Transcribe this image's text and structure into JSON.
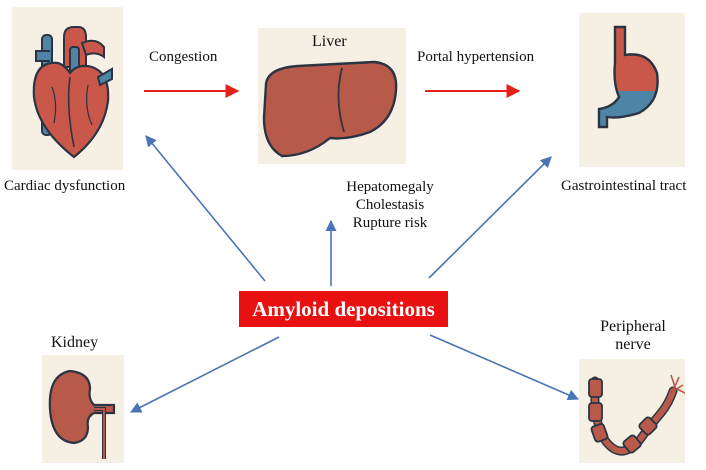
{
  "labels": {
    "congestion": "Congestion",
    "liver": "Liver",
    "portal_hypertension": "Portal hypertension",
    "cardiac_dysfunction": "Cardiac dysfunction",
    "gastrointestinal_tract": "Gastrointestinal tract",
    "liver_effects": [
      "Hepatomegaly",
      "Cholestasis",
      "Rupture risk"
    ],
    "kidney": "Kidney",
    "peripheral_nerve": [
      "Peripheral",
      "nerve"
    ],
    "amyloid_depositions": "Amyloid depositions"
  },
  "colors": {
    "red_arrow": "#e3231b",
    "blue_arrow": "#4a74b5",
    "badge": "#e81010",
    "panel_bg": "#f6efe3",
    "organ_red": "#c9584a",
    "organ_brown": "#b85a4a",
    "vessel_blue": "#4e84a6"
  },
  "icons": [
    "heart-icon",
    "liver-icon",
    "stomach-icon",
    "kidney-icon",
    "nerve-icon"
  ]
}
